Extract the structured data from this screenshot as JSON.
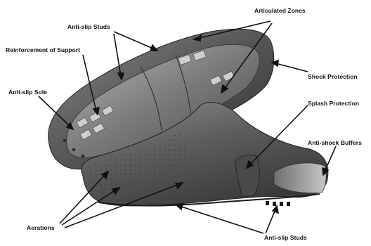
{
  "labels": {
    "articulated_zones": "Articulated Zones",
    "anti_slip_studs_top": "Anti-slip Studs",
    "reinforcement_of_support": "Reinforcement of Support",
    "anti_slip_sole": "Anti-slip Sole",
    "shock_protection": "Shock Protection",
    "splash_protection": "Splash Protection",
    "anti_shock_buffers": "Anti-shock Buffers",
    "aerations": "Aerations",
    "anti_slip_studs_bottom": "Anti-slip Studs"
  }
}
